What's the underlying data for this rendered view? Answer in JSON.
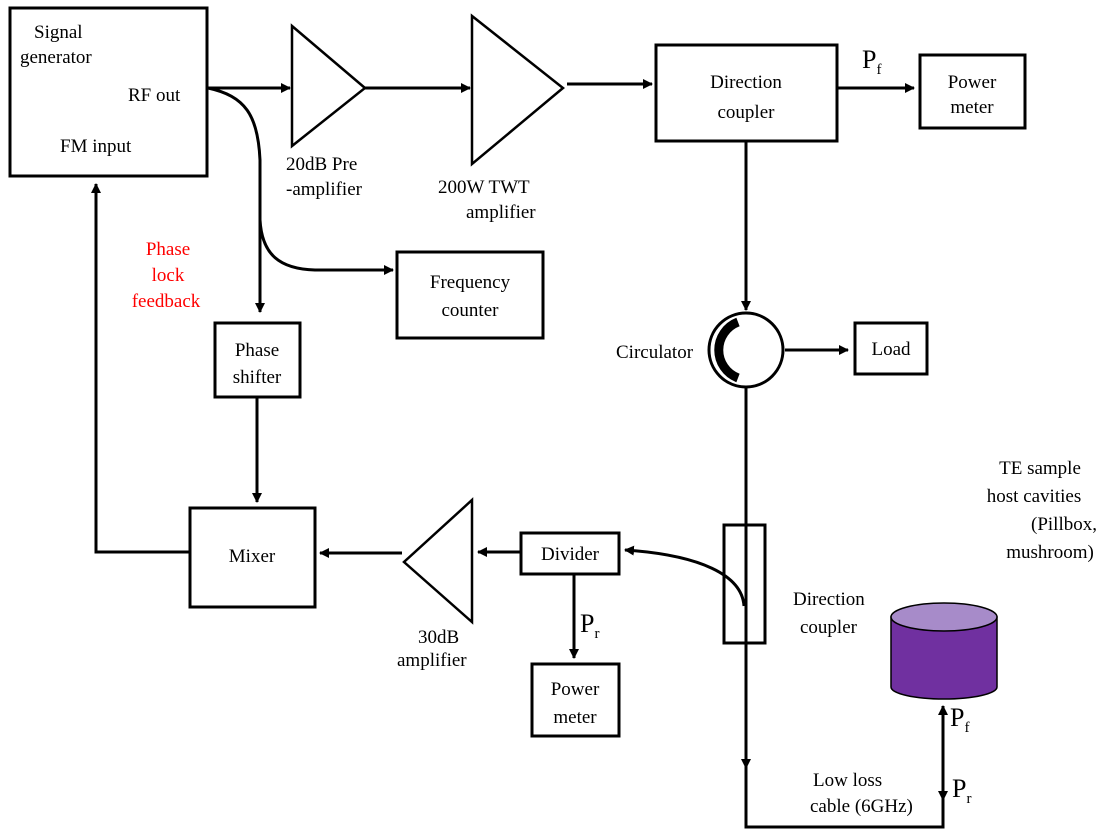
{
  "signal_generator": {
    "line1": "Signal",
    "line2": "generator",
    "rf_out": "RF out",
    "fm_input": "FM input"
  },
  "pre_amplifier": {
    "line1": "20dB  Pre",
    "line2": "-amplifier"
  },
  "twt_amplifier": {
    "line1": "200W TWT",
    "line2": "amplifier"
  },
  "direction_coupler_top": {
    "line1": "Direction",
    "line2": "coupler"
  },
  "power_meter_top": {
    "line1": "Power",
    "line2": "meter"
  },
  "pf_top": {
    "symbol": "P",
    "subscript": "f"
  },
  "phase_lock": {
    "line1": "Phase",
    "line2": "lock",
    "line3": "feedback",
    "color": "#ff0000"
  },
  "frequency_counter": {
    "line1": "Frequency",
    "line2": "counter"
  },
  "circulator": {
    "label": "Circulator"
  },
  "load": {
    "label": "Load"
  },
  "phase_shifter": {
    "line1": "Phase",
    "line2": "shifter"
  },
  "mixer": {
    "label": "Mixer"
  },
  "amplifier_30db": {
    "line1": "30dB",
    "line2": "amplifier"
  },
  "divider": {
    "label": "Divider"
  },
  "pr_divider": {
    "symbol": "P",
    "subscript": "r"
  },
  "power_meter_bottom": {
    "line1": "Power",
    "line2": "meter"
  },
  "direction_coupler_bottom": {
    "line1": "Direction",
    "line2": "coupler"
  },
  "te_cavities": {
    "line1": "TE sample",
    "line2": "host cavities",
    "line3": "(Pillbox,",
    "line4": "mushroom)",
    "body_color": "#7030a0",
    "top_color": "#a78bc9"
  },
  "pf_cavity": {
    "symbol": "P",
    "subscript": "f"
  },
  "pr_cavity": {
    "symbol": "P",
    "subscript": "r"
  },
  "cable": {
    "line1": "Low loss",
    "line2": "cable (6GHz)"
  }
}
